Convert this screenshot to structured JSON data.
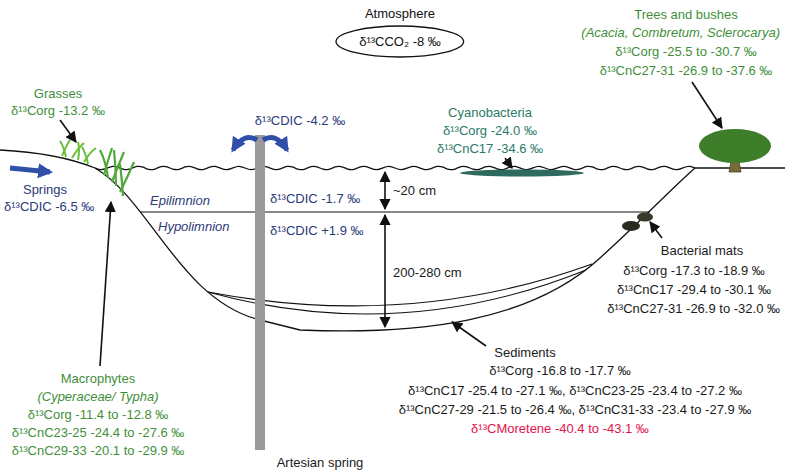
{
  "diagram": {
    "nodes": [
      {
        "text": [
          "Atmosphere",
          "δ¹³CCO₂ -8 ‰"
        ]
      }
    ],
    "labels": [
      "Grasses",
      "δ¹³Corg -13.2 ‰",
      "Springs",
      "δ¹³CDIC -6.5 ‰",
      "δ¹³CDIC -4.2 ‰",
      "Epilimnion",
      "Hypolimnion",
      "δ¹³CDIC -1.7 ‰",
      "δ¹³CDIC +1.9 ‰",
      "~20 cm",
      "200-280 cm",
      "Cyanobacteria",
      "δ¹³Corg -24.0 ‰",
      "δ¹³CnC17 -34.6 ‰",
      "Trees and bushes",
      "(Acacia, Combretum, Sclerocarya)",
      "δ¹³Corg -25.5 to -30.7 ‰",
      "δ¹³CnC27-31 -26.9 to -37.6 ‰",
      "Bacterial mats",
      "δ¹³Corg -17.3 to -18.9 ‰",
      "δ¹³CnC17 -29.4 to -30.1 ‰",
      "δ¹³CnC27-31 -26.9 to -32.0 ‰",
      "Macrophytes",
      "(Cyperaceae/ Typha)",
      "δ¹³Corg -11.4 to -12.8 ‰",
      "δ¹³CnC23-25 -24.4 to -27.6 ‰",
      "δ¹³CnC29-33 -20.1 to -29.9 ‰",
      "Sediments",
      "δ¹³Corg -16.8 to -17.7 ‰",
      "δ¹³CnC17 -25.4 to -27.1 ‰, δ¹³CnC23-25 -23.4 to -27.2 ‰",
      "δ¹³CnC27-29 -21.5 to -26.4 ‰, δ¹³CnC31-33 -23.4 to -27.9 ‰",
      "δ¹³CMoretene -40.4 to -43.1 ‰",
      "Artesian spring"
    ]
  }
}
